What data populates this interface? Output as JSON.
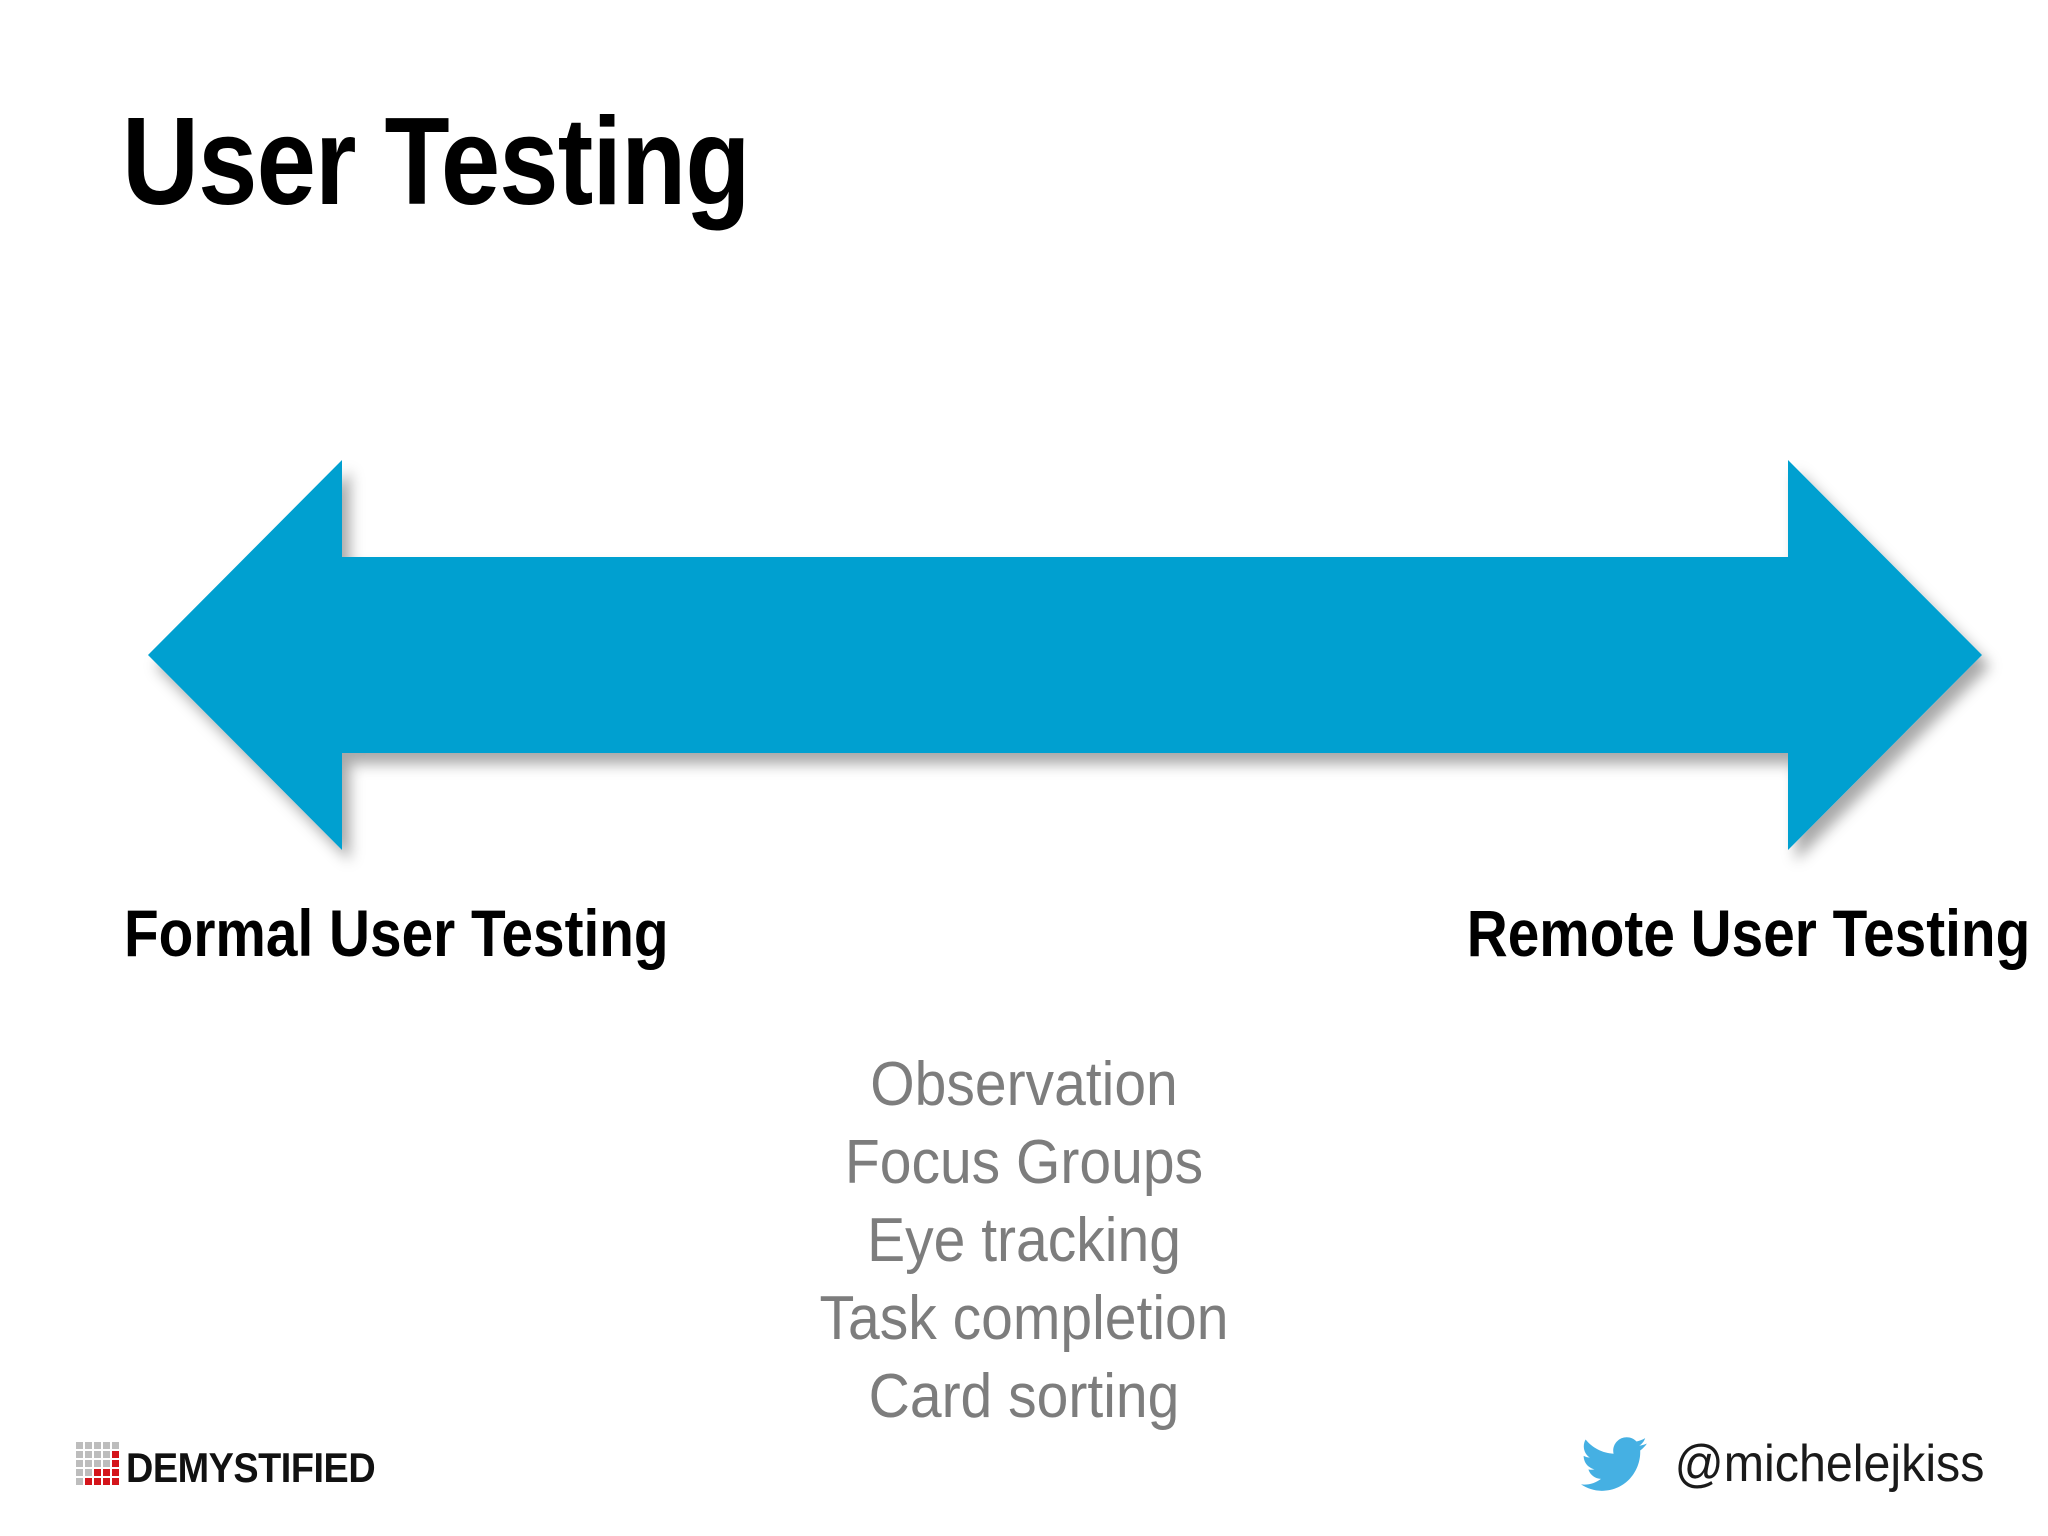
{
  "slide": {
    "title": "User Testing",
    "background_color": "#ffffff"
  },
  "spectrum": {
    "arrow_color": "#04a0d0",
    "arrow_shadow_color": "rgba(0,0,0,0.28)",
    "left_label": "Formal User Testing",
    "right_label": "Remote User Testing",
    "icon_name": "double-headed-horizontal-arrow"
  },
  "methods": {
    "text_color": "#7d7d7d",
    "items": [
      "Observation",
      "Focus Groups",
      "Eye tracking",
      "Task completion",
      "Card sorting"
    ]
  },
  "footer": {
    "logo": {
      "text": "DEMYSTIFIED",
      "icon_name": "bar-grid-logo-icon",
      "grid_gray": "#bdbdbd",
      "grid_red": "#d4151b"
    },
    "twitter": {
      "handle": "@michelejkiss",
      "icon_name": "twitter-bird-icon",
      "icon_color": "#45b0e3"
    }
  }
}
